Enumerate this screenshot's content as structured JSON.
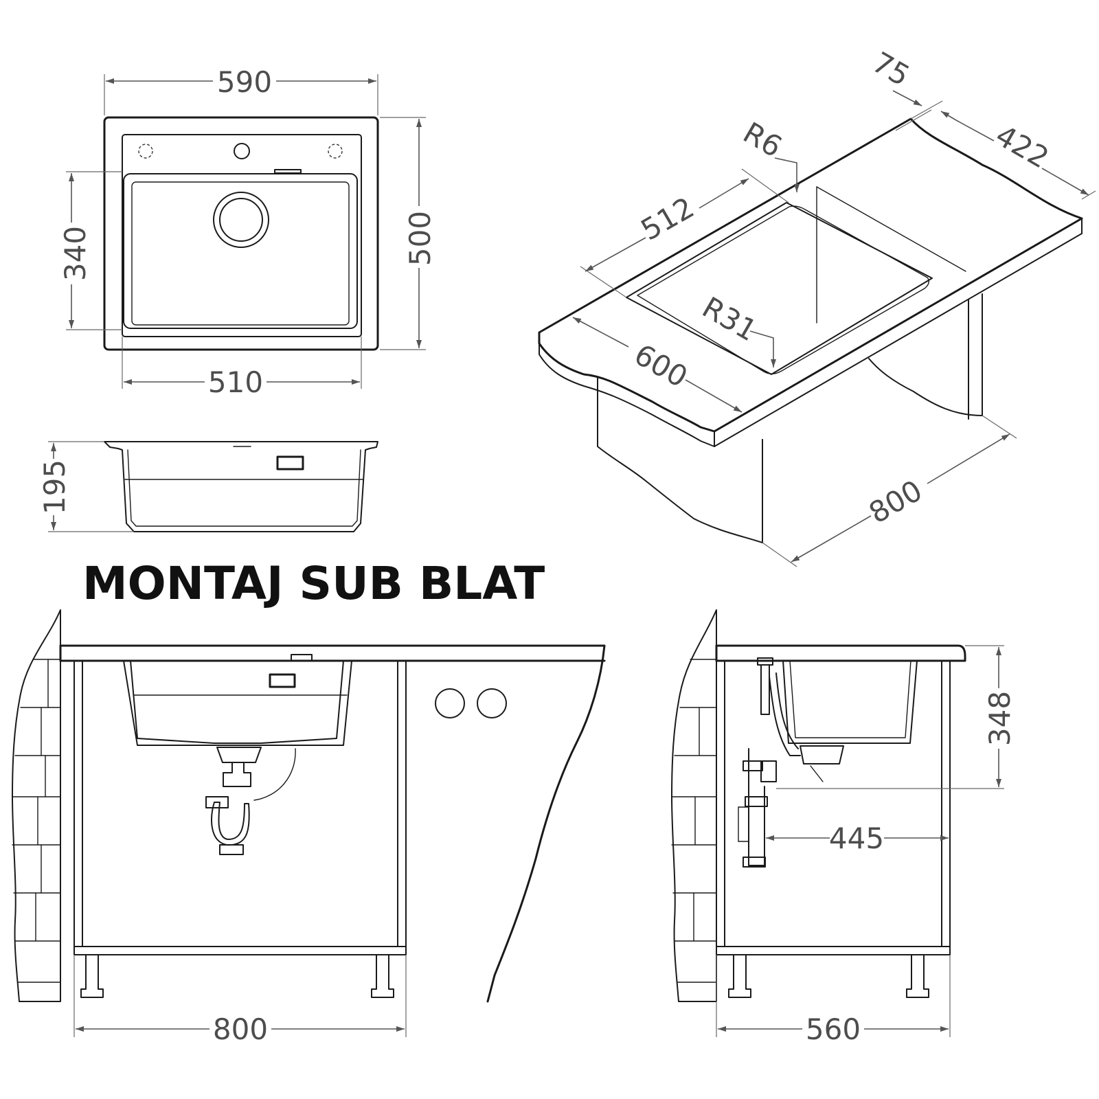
{
  "title": "MONTAJ SUB BLAT",
  "top_view": {
    "overall_width": "590",
    "overall_depth": "500",
    "bowl_depth": "340",
    "bowl_width": "510"
  },
  "section_view": {
    "height": "195"
  },
  "iso_view": {
    "rim": "75",
    "bowl_length": "422",
    "inner_radius": "R6",
    "width": "512",
    "corner_radius": "R31",
    "counter_depth": "600",
    "cabinet_width": "800"
  },
  "front_installation": {
    "cabinet_width": "800"
  },
  "side_installation": {
    "depth": "348",
    "drain_offset": "445",
    "cabinet_depth": "560"
  }
}
